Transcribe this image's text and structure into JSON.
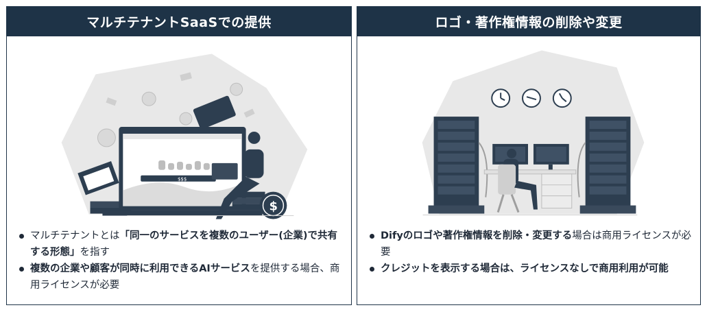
{
  "left_panel": {
    "title": "マルチテナントSaaSでの提供",
    "illustration_label": "$$$",
    "bullets": [
      {
        "pre": "マルチテナントとは",
        "bold": "「同一のサービスを複数のユーザー(企業)で共有する形態」",
        "post": "を指す"
      },
      {
        "pre": "",
        "bold": "複数の企業や顧客が同時に利用できるAIサービス",
        "post": "を提供する場合、商用ライセンスが必要"
      }
    ]
  },
  "right_panel": {
    "title": "ロゴ・著作権情報の削除や変更",
    "bullets": [
      {
        "pre": "",
        "bold": "Difyのロゴや著作権情報を削除・変更する",
        "post": "場合は商用ライセンスが必要"
      },
      {
        "pre": "",
        "bold": "クレジットを表示する場合は、ライセンスなしで商用利用が可能",
        "post": ""
      }
    ]
  },
  "colors": {
    "header_bg": "#1e3347",
    "border": "#1e3347",
    "illustration_dark": "#2d3e50",
    "illustration_gray": "#e6e6e6"
  }
}
